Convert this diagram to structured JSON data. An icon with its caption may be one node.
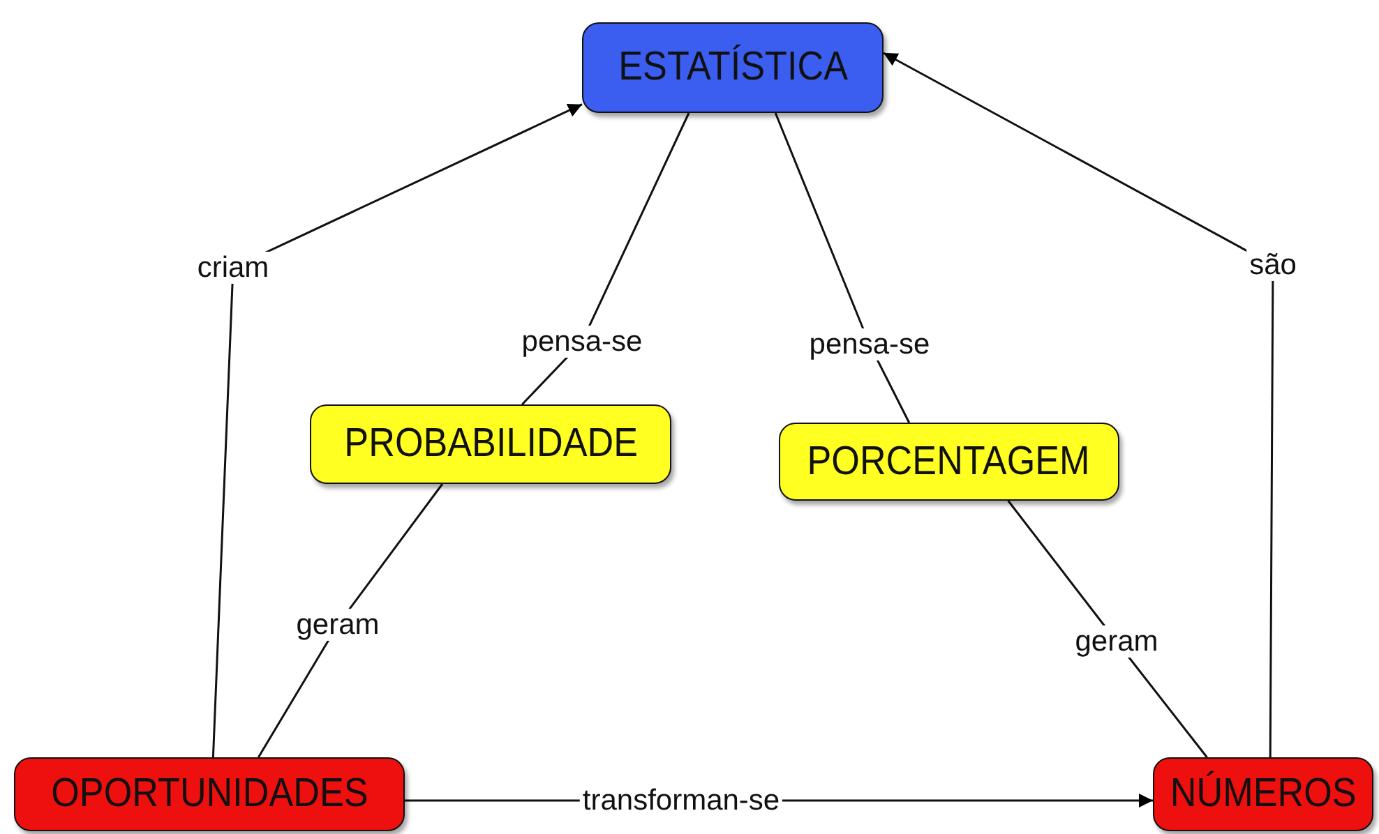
{
  "diagram": {
    "nodes": [
      {
        "text": [
          "ESTATÍSTICA"
        ]
      },
      {
        "text": [
          "PROBABILIDADE"
        ]
      },
      {
        "text": [
          "PORCENTAGEM"
        ]
      },
      {
        "text": [
          "OPORTUNIDADES"
        ]
      },
      {
        "text": [
          "NÚMEROS"
        ]
      }
    ],
    "edges": [
      {
        "from": 3,
        "to": 0,
        "label": "criam",
        "arrow": "to"
      },
      {
        "from": 0,
        "to": 1,
        "label": "pensa-se",
        "arrow": "none"
      },
      {
        "from": 0,
        "to": 2,
        "label": "pensa-se",
        "arrow": "none"
      },
      {
        "from": 4,
        "to": 0,
        "label": "são",
        "arrow": "to"
      },
      {
        "from": 1,
        "to": 3,
        "label": "geram",
        "arrow": "none"
      },
      {
        "from": 2,
        "to": 4,
        "label": "geram",
        "arrow": "none"
      },
      {
        "from": 3,
        "to": 4,
        "label": "transforman-se",
        "arrow": "to"
      }
    ]
  }
}
